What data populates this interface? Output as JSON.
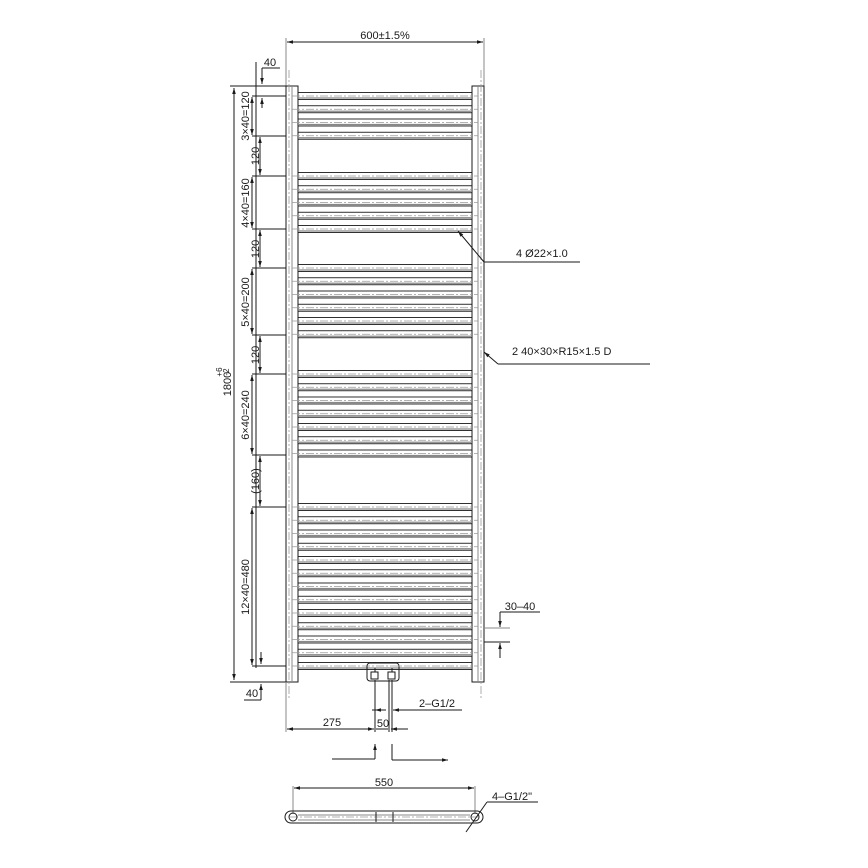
{
  "drawing": {
    "title": "Towel radiator technical drawing",
    "width_label": "600±1.5%",
    "height_label": "1800",
    "height_tolerance_upper": "+6",
    "height_tolerance_lower": "-2",
    "top_offset_label": "40",
    "bottom_offset_label": "40",
    "group_labels": [
      "3×40=120",
      "120",
      "4×40=160",
      "120",
      "5×40=200",
      "120",
      "6×40=240",
      "(160)",
      "12×40=480"
    ],
    "tube_callout": "4  Ø22×1.0",
    "column_callout": "2   40×30×R15×1.5   D",
    "wall_gap_label": "30–40",
    "connection_offset_label": "275",
    "connection_spacing_label": "50",
    "connection_thread_label": "2–G1/2",
    "plan_width_label": "550",
    "plan_thread_label": "4–G1/2\"",
    "bar_groups": [
      4,
      5,
      6,
      7,
      13
    ]
  }
}
